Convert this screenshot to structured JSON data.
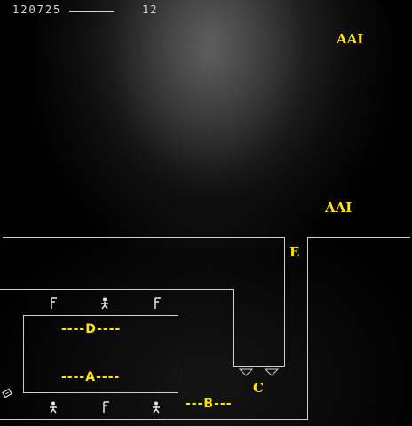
{
  "hud": {
    "score": "120725",
    "lives": "12"
  },
  "signs": {
    "top": "AAI",
    "middle": "AAI"
  },
  "rooms": {
    "e": "E",
    "d": "----D----",
    "a": "----A----",
    "c": "C",
    "b": "---B---"
  },
  "colors": {
    "label": "#ffe600",
    "walls": "#cfcfcf",
    "sprites": "#e6e6e6"
  }
}
